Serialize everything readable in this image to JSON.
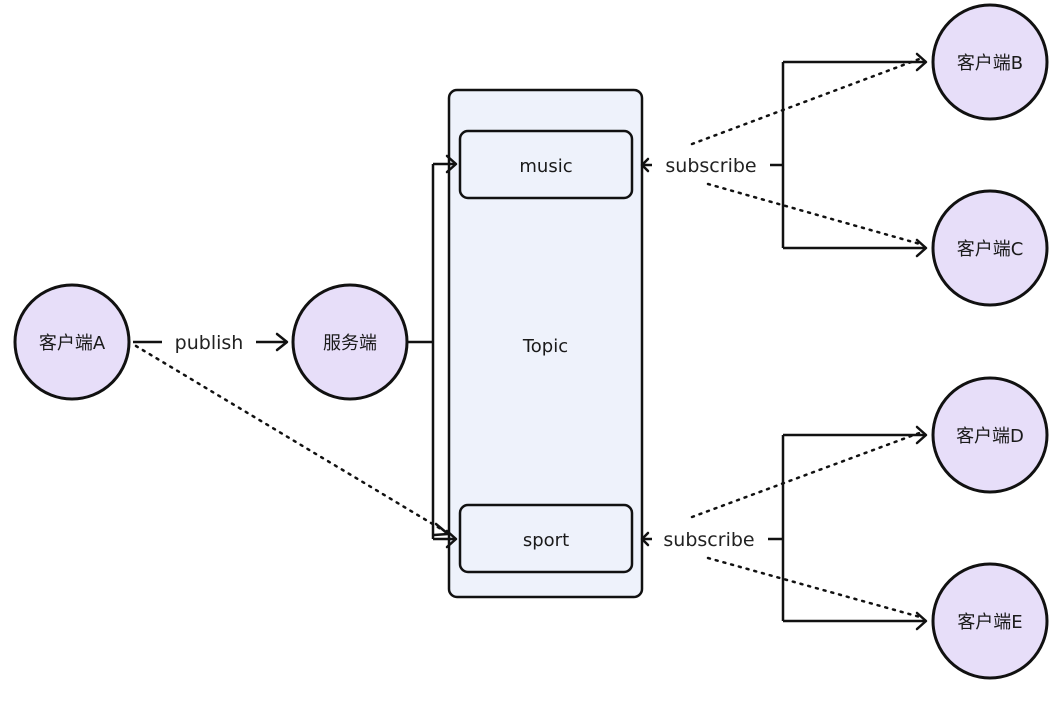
{
  "colors": {
    "node_fill": "#e7def9",
    "box_fill": "#eef2fb",
    "stroke": "#111111",
    "text": "#1a1a1a"
  },
  "nodes": {
    "publisher": "客户端A",
    "server": "服务端",
    "client_b": "客户端B",
    "client_c": "客户端C",
    "client_d": "客户端D",
    "client_e": "客户端E"
  },
  "topic": {
    "label": "Topic",
    "channels": {
      "music": "music",
      "sport": "sport"
    }
  },
  "edges": {
    "publish": "publish",
    "subscribe_music": "subscribe",
    "subscribe_sport": "subscribe"
  }
}
